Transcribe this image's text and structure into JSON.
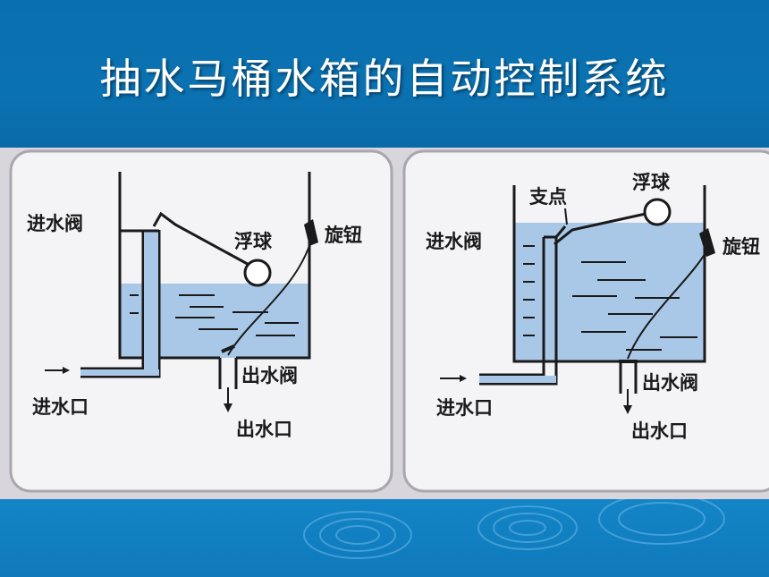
{
  "title": "抽水马桶水箱的自动控制系统",
  "left_diagram": {
    "inlet_valve": "进水阀",
    "float": "浮球",
    "knob": "旋钮",
    "outlet_valve": "出水阀",
    "inlet": "进水口",
    "outlet": "出水口"
  },
  "right_diagram": {
    "pivot": "支点",
    "float": "浮球",
    "inlet_valve": "进水阀",
    "knob": "旋钮",
    "outlet_valve": "出水阀",
    "inlet": "进水口",
    "outlet": "出水口"
  },
  "colors": {
    "header": "#0b72b2",
    "water": "#a9c8e8",
    "line": "#1a1a1a",
    "photo_bg": "#d8d6dc"
  }
}
